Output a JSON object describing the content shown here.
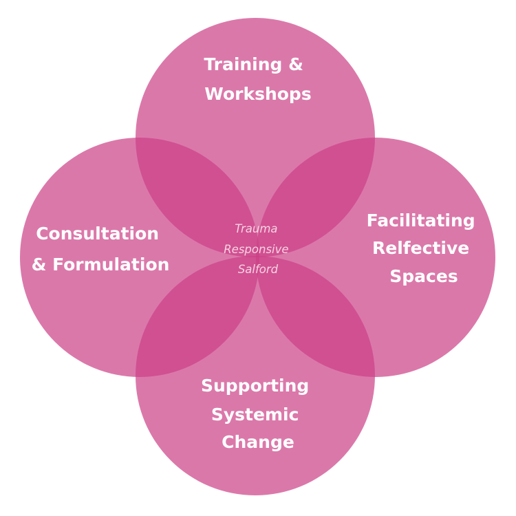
{
  "colors": {
    "circle_fill": "#cc3f86",
    "circle_opacity": 0.7,
    "label_text": "#ffffff",
    "center_text": "#f6d3e3",
    "background": "#ffffff"
  },
  "center": {
    "lines": [
      "Trauma",
      "Responsive",
      "Salford"
    ]
  },
  "circles": {
    "top": {
      "lines": [
        "Training &",
        "Workshops"
      ]
    },
    "right": {
      "lines": [
        "Facilitating",
        "Relfective",
        "Spaces"
      ]
    },
    "bottom": {
      "lines": [
        "Supporting",
        "Systemic",
        "Change"
      ]
    },
    "left": {
      "lines": [
        "Consultation",
        "& Formulation"
      ]
    }
  }
}
